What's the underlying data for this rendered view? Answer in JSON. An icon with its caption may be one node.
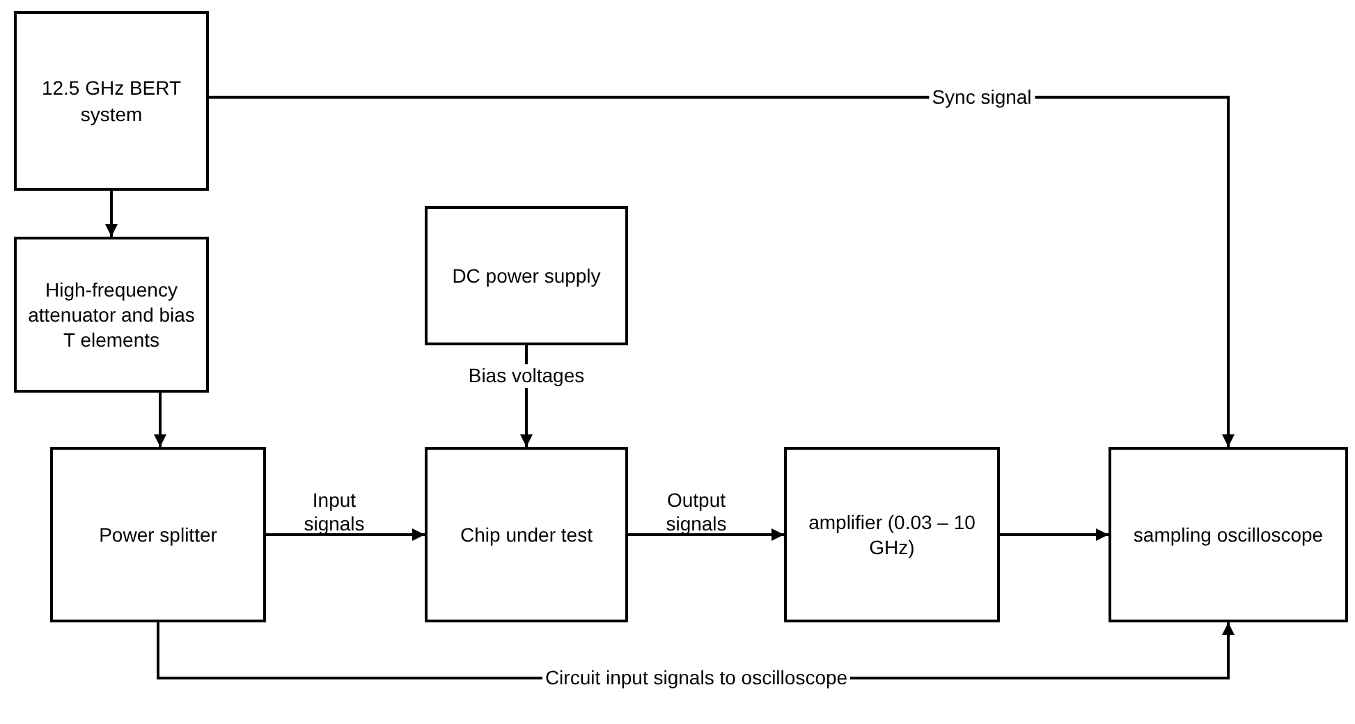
{
  "diagram": {
    "nodes": [
      {
        "text": [
          "12.5 GHz BERT system"
        ]
      },
      {
        "text": [
          "High-frequency attenuator and bias T elements"
        ]
      },
      {
        "text": [
          "Power splitter"
        ]
      },
      {
        "text": [
          "DC power supply"
        ]
      },
      {
        "text": [
          "Chip under test"
        ]
      },
      {
        "text": [
          "amplifier (0.03 – 10 GHz)"
        ]
      },
      {
        "text": [
          "sampling oscilloscope"
        ]
      }
    ],
    "edges": [
      {
        "from": 0,
        "to": 1,
        "arrow": "to"
      },
      {
        "from": 1,
        "to": 2,
        "arrow": "to"
      },
      {
        "from": 0,
        "to": 6,
        "arrow": "to",
        "label": "Sync signal"
      },
      {
        "from": 3,
        "to": 4,
        "arrow": "to",
        "label": "Bias voltages"
      },
      {
        "from": 2,
        "to": 4,
        "arrow": "to",
        "label": "Input signals"
      },
      {
        "from": 4,
        "to": 5,
        "arrow": "to",
        "label": "Output signals"
      },
      {
        "from": 5,
        "to": 6,
        "arrow": "to"
      },
      {
        "from": 2,
        "to": 6,
        "arrow": "to",
        "label": "Circuit input signals to oscilloscope"
      }
    ]
  }
}
